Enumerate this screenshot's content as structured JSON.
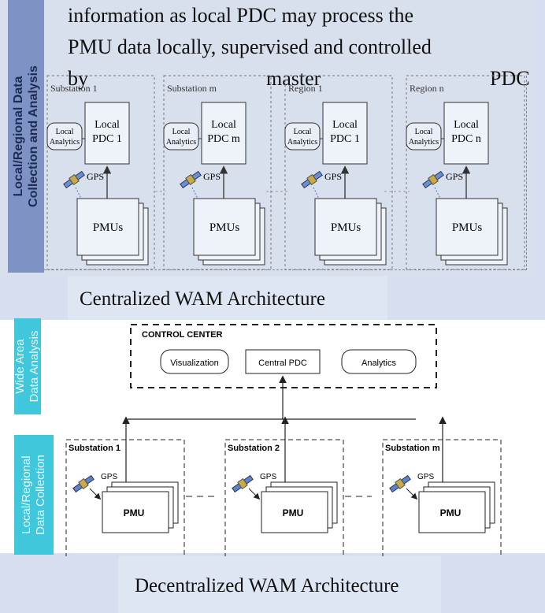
{
  "top_text": {
    "line1": "information as local PDC may process the",
    "line2": "PMU data locally, supervised and controlled",
    "line3_words": [
      "by",
      "master",
      "PDC"
    ]
  },
  "top_side_label": [
    "Local/Regional Data",
    "Collection and Analysis"
  ],
  "centralized_nodes": [
    {
      "title": "Substation 1",
      "analytics": [
        "Local",
        "Analytics"
      ],
      "pdc": [
        "Local",
        "PDC 1"
      ],
      "gps": "GPS",
      "pmu": "PMUs"
    },
    {
      "title": "Substation m",
      "analytics": [
        "Local",
        "Analytics"
      ],
      "pdc": [
        "Local",
        "PDC m"
      ],
      "gps": "GPS",
      "pmu": "PMUs"
    },
    {
      "title": "Region 1",
      "analytics": [
        "Local",
        "Analytics"
      ],
      "pdc": [
        "Local",
        "PDC 1"
      ],
      "gps": "GPS",
      "pmu": "PMUs"
    },
    {
      "title": "Region n",
      "analytics": [
        "Local",
        "Analytics"
      ],
      "pdc": [
        "Local",
        "PDC n"
      ],
      "gps": "GPS",
      "pmu": "PMUs"
    }
  ],
  "caption_top": "Centralized WAM Architecture",
  "bottom": {
    "side_top": [
      "Wide Area",
      "Data Analysis"
    ],
    "side_bottom": [
      "Local/Regional",
      "Data Collection"
    ],
    "control_center": "CONTROL CENTER",
    "visualization": "Visualization",
    "central_pdc": "Central PDC",
    "analytics": "Analytics",
    "substations": [
      {
        "title": "Substation 1",
        "gps": "GPS",
        "pmu": "PMU"
      },
      {
        "title": "Substation 2",
        "gps": "GPS",
        "pmu": "PMU"
      },
      {
        "title": "Substation m",
        "gps": "GPS",
        "pmu": "PMU"
      }
    ]
  },
  "caption_bottom": "Decentralized WAM Architecture"
}
